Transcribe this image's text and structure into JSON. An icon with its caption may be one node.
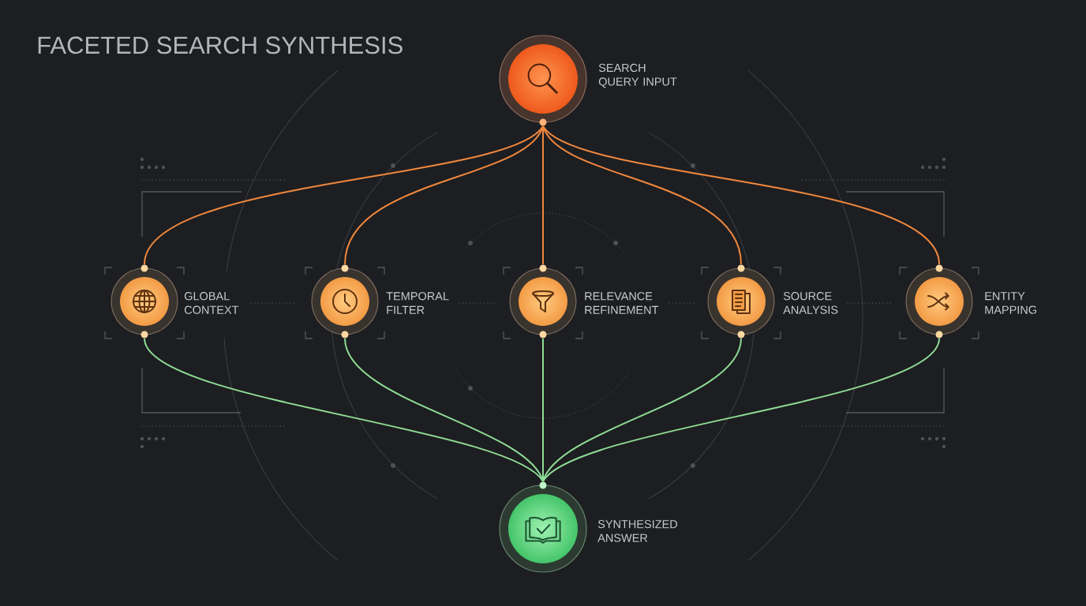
{
  "diagram": {
    "title": "FACETED SEARCH SYNTHESIS",
    "nodes": [
      {
        "text": [
          "SEARCH QUERY INPUT"
        ]
      },
      {
        "text": [
          "GLOBAL CONTEXT"
        ]
      },
      {
        "text": [
          "TEMPORAL FILTER"
        ]
      },
      {
        "text": [
          "RELEVANCE REFINEMENT"
        ]
      },
      {
        "text": [
          "SOURCE ANALYSIS"
        ]
      },
      {
        "text": [
          "ENTITY MAPPING"
        ]
      },
      {
        "text": [
          "SYNTHESIZED ANSWER"
        ]
      }
    ],
    "edges": [
      {
        "from": 0,
        "to": 1,
        "arrow": "none"
      },
      {
        "from": 0,
        "to": 2,
        "arrow": "none"
      },
      {
        "from": 0,
        "to": 3,
        "arrow": "none"
      },
      {
        "from": 0,
        "to": 4,
        "arrow": "none"
      },
      {
        "from": 0,
        "to": 5,
        "arrow": "none"
      },
      {
        "from": 1,
        "to": 6,
        "arrow": "none",
        "color": "#8fdc95"
      },
      {
        "from": 2,
        "to": 6,
        "arrow": "none",
        "color": "#8fdc95"
      },
      {
        "from": 3,
        "to": 6,
        "arrow": "none",
        "color": "#8fdc95"
      },
      {
        "from": 4,
        "to": 6,
        "arrow": "none",
        "color": "#8fdc95"
      },
      {
        "from": 5,
        "to": 6,
        "arrow": "none",
        "color": "#8fdc95"
      }
    ]
  }
}
